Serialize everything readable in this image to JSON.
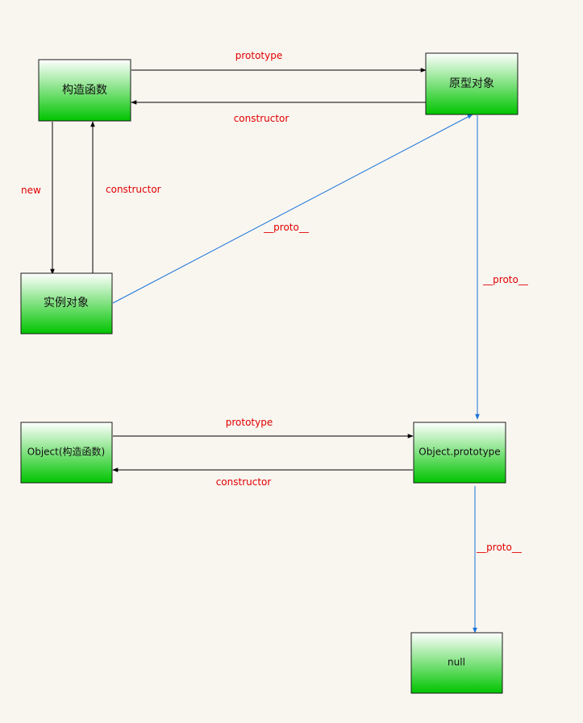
{
  "colors": {
    "background": "#f9f6f0",
    "node_fill_top": "#ffffff",
    "node_fill_bottom": "#00c400",
    "node_border": "#1a1a1a",
    "black_arrow": "#000000",
    "blue_arrow": "#1a73d8",
    "label_red": "#e00000"
  },
  "nodes": {
    "constructor_fn": "构造函数",
    "prototype_obj": "原型对象",
    "instance_obj": "实例对象",
    "object_ctor": "Object(构造函数)",
    "object_prototype": "Object.prototype",
    "null_node": "null"
  },
  "edges": {
    "top_prototype": "prototype",
    "top_constructor": "constructor",
    "new_label": "new",
    "left_constructor": "constructor",
    "instance_proto": "__proto__",
    "prototype_proto": "__proto__",
    "bottom_prototype": "prototype",
    "bottom_constructor": "constructor",
    "null_proto": "__proto__"
  }
}
